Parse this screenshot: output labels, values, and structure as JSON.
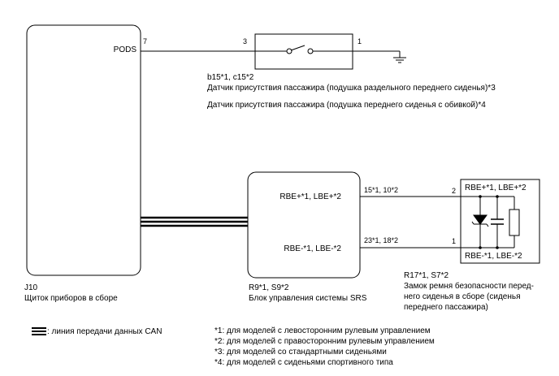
{
  "ecu": {
    "pin_label": "PODS",
    "pin_number": "7",
    "code": "J10",
    "name": "Щиток приборов в сборе"
  },
  "sensor": {
    "pin_left": "3",
    "pin_right": "1",
    "codes": "b15*1, c15*2",
    "desc_1": "Датчик присутствия пассажира (подушка раздельного переднего сиденья)*3",
    "desc_2": "Датчик присутствия пассажира (подушка переднего сиденья с обивкой)*4"
  },
  "srs": {
    "pin_top_label": "RBE+*1, LBE+*2",
    "pin_bottom_label": "RBE-*1, LBE-*2",
    "wire_top": "15*1, 10*2",
    "wire_bottom": "23*1, 18*2",
    "code": "R9*1, S9*2",
    "name": "Блок управления системы SRS"
  },
  "buckle": {
    "pin_top": "2",
    "pin_bottom": "1",
    "label_top": "RBE+*1, LBE+*2",
    "label_bottom": "RBE-*1, LBE-*2",
    "code": "R17*1, S7*2",
    "name_line1": "Замок ремня безопасности перед-",
    "name_line2": "него сиденья в сборе (сиденья",
    "name_line3": "переднего пассажира)"
  },
  "legend": {
    "can_label": ": линия передачи данных CAN",
    "notes": [
      "*1: для моделей с левосторонним рулевым управлением",
      "*2: для моделей с правосторонним рулевым управлением",
      "*3: для моделей со стандартными сиденьями",
      "*4: для моделей с сиденьями спортивного типа"
    ]
  }
}
